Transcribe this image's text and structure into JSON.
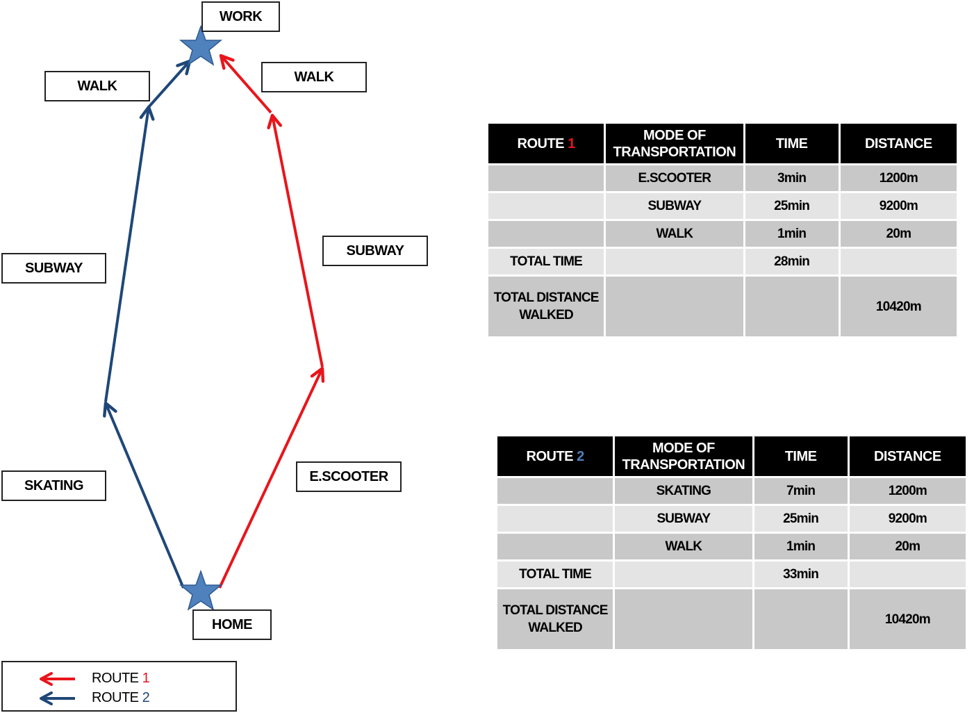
{
  "nodes": {
    "work": "WORK",
    "home": "HOME"
  },
  "labels": {
    "route2_walk": "WALK",
    "route1_walk": "WALK",
    "route2_subway": "SUBWAY",
    "route1_subway": "SUBWAY",
    "route2_skating": "SKATING",
    "route1_escooter": "E.SCOOTER"
  },
  "legend": {
    "route1_text": "ROUTE ",
    "route1_num": "1",
    "route2_text": "ROUTE ",
    "route2_num": "2"
  },
  "colors": {
    "route1": "#e8151b",
    "route2": "#1f4778",
    "star": "#4f81bd",
    "header_bg": "#000000",
    "row_dark": "#c8c8c8",
    "row_light": "#e4e4e4"
  },
  "icons": {
    "work_marker": "star-icon",
    "home_marker": "star-icon"
  },
  "table1": {
    "header": {
      "route_text": "ROUTE ",
      "route_num": "1",
      "mode": "MODE OF TRANSPORTATION",
      "time": "TIME",
      "distance": "DISTANCE"
    },
    "rows": [
      {
        "label": "",
        "mode": "E.SCOOTER",
        "time": "3min",
        "distance": "1200m"
      },
      {
        "label": "",
        "mode": "SUBWAY",
        "time": "25min",
        "distance": "9200m"
      },
      {
        "label": "",
        "mode": "WALK",
        "time": "1min",
        "distance": "20m"
      },
      {
        "label": "TOTAL TIME",
        "mode": "",
        "time": "28min",
        "distance": ""
      },
      {
        "label": "TOTAL DISTANCE WALKED",
        "mode": "",
        "time": "",
        "distance": "10420m"
      }
    ]
  },
  "table2": {
    "header": {
      "route_text": "ROUTE ",
      "route_num": "2",
      "mode": "MODE OF TRANSPORTATION",
      "time": "TIME",
      "distance": "DISTANCE"
    },
    "rows": [
      {
        "label": "",
        "mode": "SKATING",
        "time": "7min",
        "distance": "1200m"
      },
      {
        "label": "",
        "mode": "SUBWAY",
        "time": "25min",
        "distance": "9200m"
      },
      {
        "label": "",
        "mode": "WALK",
        "time": "1min",
        "distance": "20m"
      },
      {
        "label": "TOTAL TIME",
        "mode": "",
        "time": "33min",
        "distance": ""
      },
      {
        "label": "TOTAL DISTANCE WALKED",
        "mode": "",
        "time": "",
        "distance": "10420m"
      }
    ]
  }
}
